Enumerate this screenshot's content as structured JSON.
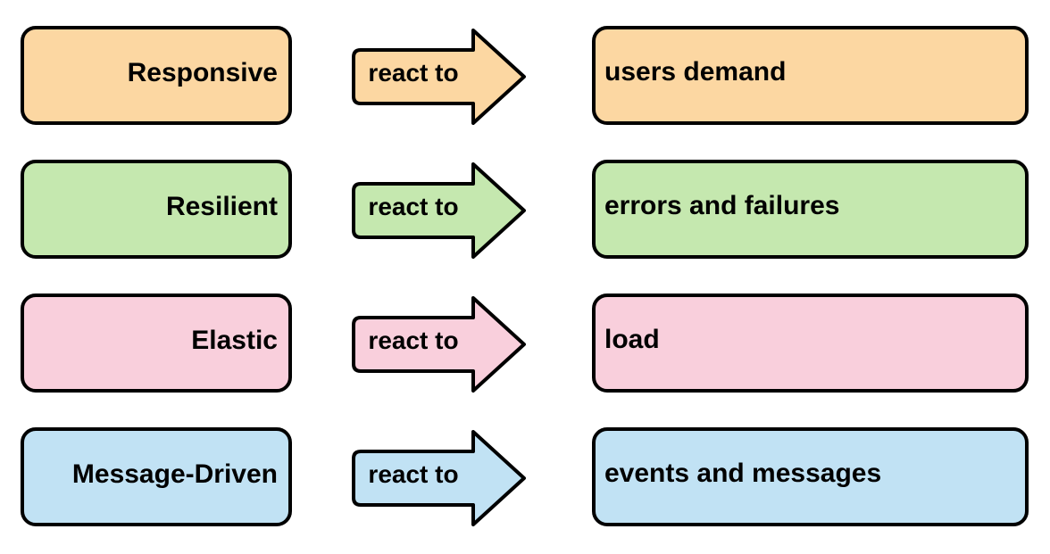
{
  "diagram": {
    "background": "#FFFFFF",
    "border_color": "#000000",
    "rows": [
      {
        "trait": "Responsive",
        "connector": "react to",
        "reacts_to": "users demand",
        "color": "#FCD7A2"
      },
      {
        "trait": "Resilient",
        "connector": "react to",
        "reacts_to": "errors and failures",
        "color": "#C5E8AF"
      },
      {
        "trait": "Elastic",
        "connector": "react to",
        "reacts_to": "load",
        "color": "#F9CFDC"
      },
      {
        "trait": "Message-Driven",
        "connector": "react to",
        "reacts_to": "events and messages",
        "color": "#C1E2F4"
      }
    ]
  }
}
